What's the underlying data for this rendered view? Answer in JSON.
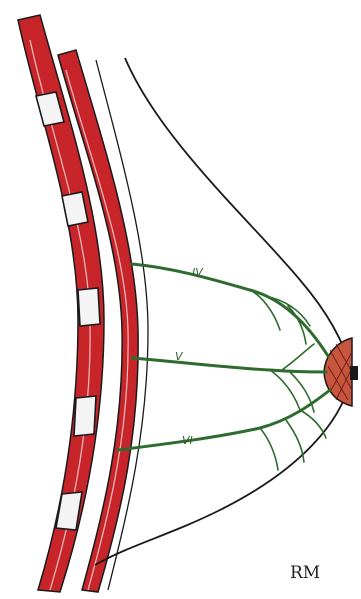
{
  "labels": {
    "nerve_upper": "IV",
    "nerve_middle": "V",
    "nerve_lower": "VI"
  },
  "signature": "RM",
  "colors": {
    "muscle": "#c8252b",
    "nerve": "#2e6b2e",
    "outline": "#1a1a1a",
    "areola": "#c8553d",
    "rib": "#f4f4f4"
  }
}
